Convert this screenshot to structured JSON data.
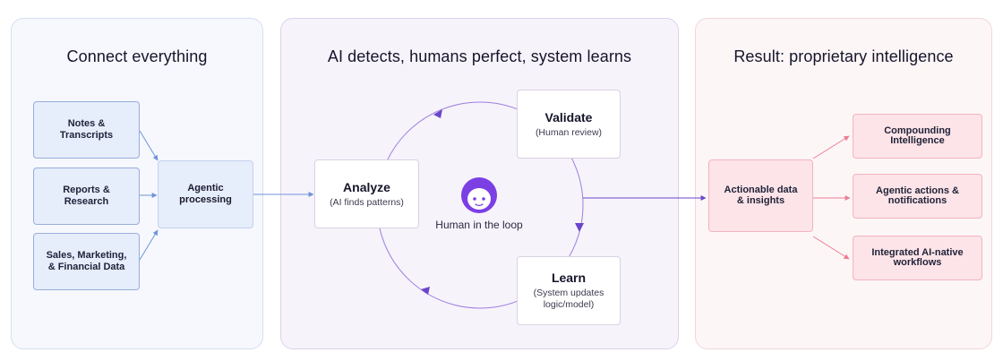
{
  "panels": {
    "connect": {
      "title": "Connect everything",
      "sources": [
        {
          "line1": "Notes &",
          "line2": "Transcripts"
        },
        {
          "line1": "Reports &",
          "line2": "Research"
        },
        {
          "line1": "Sales, Marketing,",
          "line2": "& Financial Data"
        }
      ],
      "processor": {
        "line1": "Agentic",
        "line2": "processing"
      }
    },
    "loop": {
      "title": "AI detects, humans perfect, system learns",
      "analyze": {
        "title": "Analyze",
        "subtitle": "(AI finds patterns)"
      },
      "validate": {
        "title": "Validate",
        "subtitle": "(Human review)"
      },
      "learn": {
        "title": "Learn",
        "subtitle_line1": "(System updates",
        "subtitle_line2": "logic/model)"
      },
      "center_label": "Human in the loop",
      "center_icon": "face-icon"
    },
    "result": {
      "title": "Result: proprietary intelligence",
      "hub": {
        "line1": "Actionable data",
        "line2": "& insights"
      },
      "outputs": [
        {
          "line1": "Compounding",
          "line2": "Intelligence"
        },
        {
          "line1": "Agentic actions &",
          "line2": "notifications"
        },
        {
          "line1": "Integrated AI-native",
          "line2": "workflows"
        }
      ]
    }
  },
  "colors": {
    "blue_arrow": "#6f93d8",
    "purple_accent": "#7b3fe4",
    "pink_arrow": "#ec7d95"
  }
}
